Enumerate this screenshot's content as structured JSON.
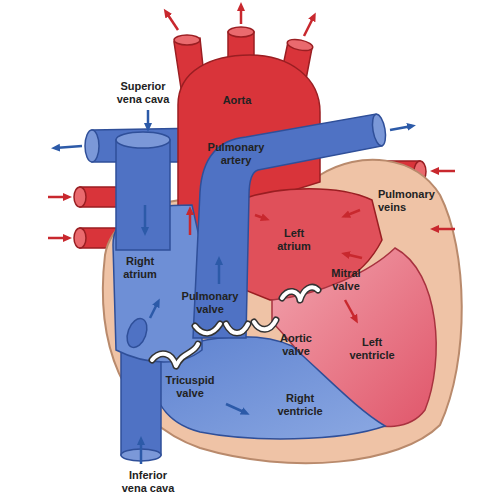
{
  "diagram": {
    "labels": [
      "Superior vena cava",
      "Aorta",
      "Pulmonary artery",
      "Pulmonary veins",
      "Left atrium",
      "Right atrium",
      "Mitral valve",
      "Pulmonary valve",
      "Aortic valve",
      "Left ventricle",
      "Tricuspid valve",
      "Right ventricle",
      "Inferior vena cava"
    ]
  }
}
